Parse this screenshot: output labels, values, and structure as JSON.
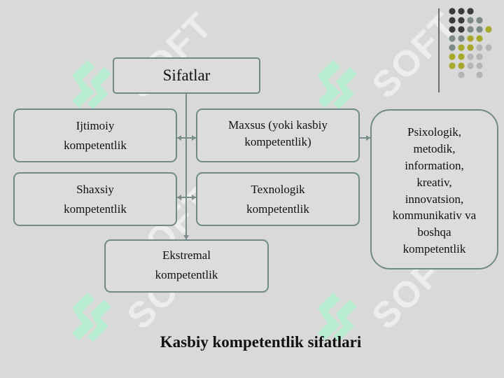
{
  "slide": {
    "background": "#d9d9d9",
    "border_color": "#6f8a88",
    "accent_olive": "#a8a82a",
    "dot_colors": [
      "#3a3a3a",
      "#7d8a88",
      "#a8a82a",
      "#b5b5b5"
    ]
  },
  "watermark": {
    "text": "SOFT",
    "icon": "dollar-logo-icon",
    "color": "#b8ecd0"
  },
  "diagram": {
    "root": "Sifatlar",
    "ijtimoiy": [
      "Ijtimoiy",
      "kompetentlik"
    ],
    "maxsus": [
      "Maxsus (yoki kasbiy",
      "kompetentlik)"
    ],
    "shaxsiy": [
      "Shaxsiy",
      "kompetentlik"
    ],
    "texnologik": [
      "Texnologik",
      "kompetentlik"
    ],
    "ekstremal": [
      "Ekstremal",
      "kompetentlik"
    ],
    "psixologik": [
      "Psixologik,",
      "metodik,",
      "information,",
      "kreativ,",
      "innovatsion,",
      "kommunikativ va",
      "boshqa",
      "kompetentlik"
    ]
  },
  "title": "Kasbiy kompetentlik sifatlari"
}
